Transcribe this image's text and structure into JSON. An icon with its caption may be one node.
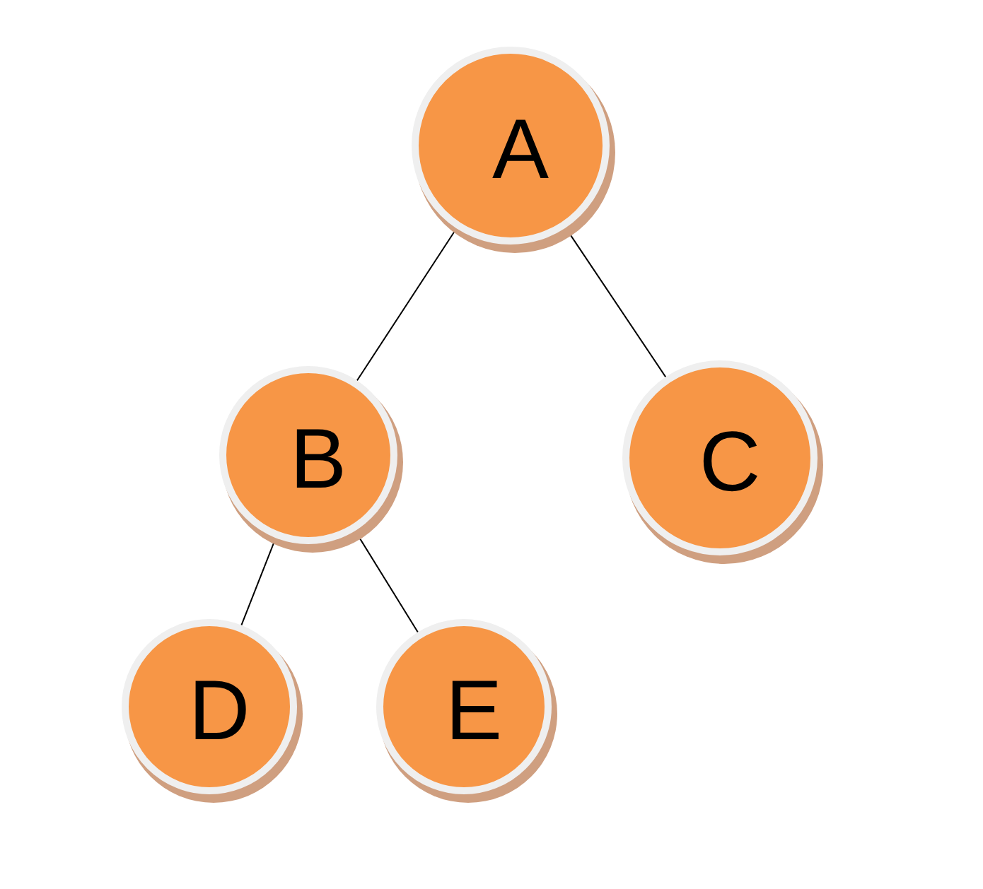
{
  "diagram": {
    "nodes": [
      {
        "text": [
          "A"
        ]
      },
      {
        "text": [
          "B"
        ]
      },
      {
        "text": [
          "C"
        ]
      },
      {
        "text": [
          "D"
        ]
      },
      {
        "text": [
          "E"
        ]
      }
    ],
    "edges": [
      {
        "from": 0,
        "to": 1,
        "arrow": "none"
      },
      {
        "from": 0,
        "to": 2,
        "arrow": "none"
      },
      {
        "from": 1,
        "to": 3,
        "arrow": "none"
      },
      {
        "from": 1,
        "to": 4,
        "arrow": "none"
      }
    ]
  }
}
